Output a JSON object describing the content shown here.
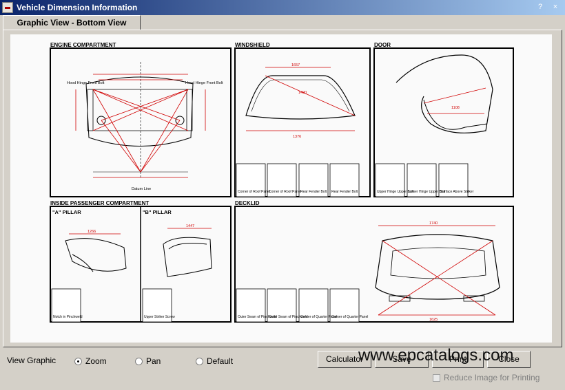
{
  "window": {
    "title": "Vehicle Dimension Information",
    "controls": [
      "?",
      "×"
    ]
  },
  "tab": {
    "label": "Graphic View - Bottom View"
  },
  "sections": {
    "engine_compartment": "ENGINE COMPARTMENT",
    "windshield": "WINDSHIELD",
    "door": "DOOR",
    "inside_passenger": "INSIDE PASSENGER COMPARTMENT",
    "a_pillar": "\"A\" PILLAR",
    "b_pillar": "\"B\" PILLAR",
    "decklid": "DECKLID"
  },
  "labels": {
    "hood_hinge_left": "Hood Hinge Front Bolt",
    "hood_hinge_right": "Hood Hinge Front Bolt",
    "datum_line": "Datum Line",
    "windshield_width": "1657",
    "windshield_diag": "1490",
    "windshield_bottom": "1376",
    "a_pillar_dim": "1266",
    "b_pillar_dim": "1447",
    "decklid_top": "1740",
    "decklid_bottom": "1625",
    "door_dim": "1108"
  },
  "thumbnails": {
    "windshield": [
      "Corner of Roof Panel",
      "Corner of Roof Panel",
      "Rear Fender Bolt",
      "Rear Fender Bolt"
    ],
    "door": [
      "Upper Hinge Upper Bolt",
      "Lower Hinge Upper Bolt",
      "Surface Above Striker"
    ],
    "a_pillar": [
      "Notch in Pinchweld"
    ],
    "b_pillar": [
      "Upper Striker Screw"
    ],
    "decklid": [
      "Outer Seam of Pinchweld",
      "Outer Seam of Pinchweld",
      "Corner of Quarter Panel",
      "Corner of Quarter Panel"
    ]
  },
  "view_graphic": {
    "label": "View Graphic",
    "options": [
      "Zoom",
      "Pan",
      "Default"
    ],
    "selected": "Zoom"
  },
  "buttons": {
    "calculator": "Calculator",
    "save": "Save",
    "print": "Print",
    "close": "Close"
  },
  "reduce_image": {
    "label": "Reduce Image for Printing",
    "checked": false
  },
  "watermark": "www.epcatalogs.com",
  "colors": {
    "titlebar_start": "#0a246a",
    "titlebar_end": "#a6caf0",
    "dimension_red": "#d00000"
  }
}
